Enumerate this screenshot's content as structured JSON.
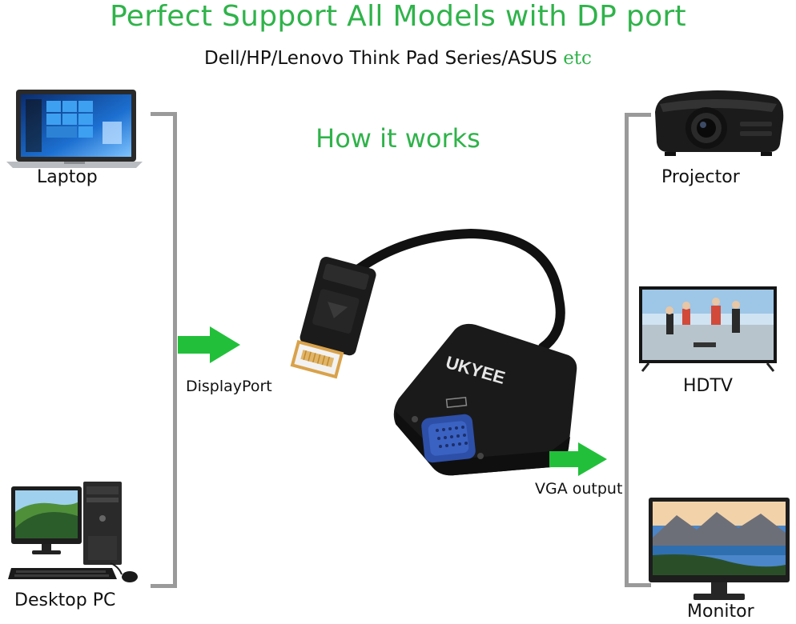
{
  "header": {
    "title": "Perfect Support All Models with DP port",
    "subtitle_main": "Dell/HP/Lenovo Think Pad Series/ASUS",
    "subtitle_etc": "etc"
  },
  "center": {
    "heading": "How it works",
    "brand": "UKYEE",
    "input_label": "DisplayPort",
    "output_label": "VGA output"
  },
  "sources": [
    {
      "label": "Laptop",
      "icon": "laptop-icon"
    },
    {
      "label": "Desktop PC",
      "icon": "desktop-pc-icon"
    }
  ],
  "outputs": [
    {
      "label": "Projector",
      "icon": "projector-icon"
    },
    {
      "label": "HDTV",
      "icon": "hdtv-icon"
    },
    {
      "label": "Monitor",
      "icon": "monitor-icon"
    }
  ],
  "colors": {
    "accent_green": "#2fb34a",
    "arrow_green": "#22c03a",
    "bracket_gray": "#9a9a9a",
    "adapter_black": "#1a1a1a",
    "vga_blue": "#2d4fa8"
  }
}
